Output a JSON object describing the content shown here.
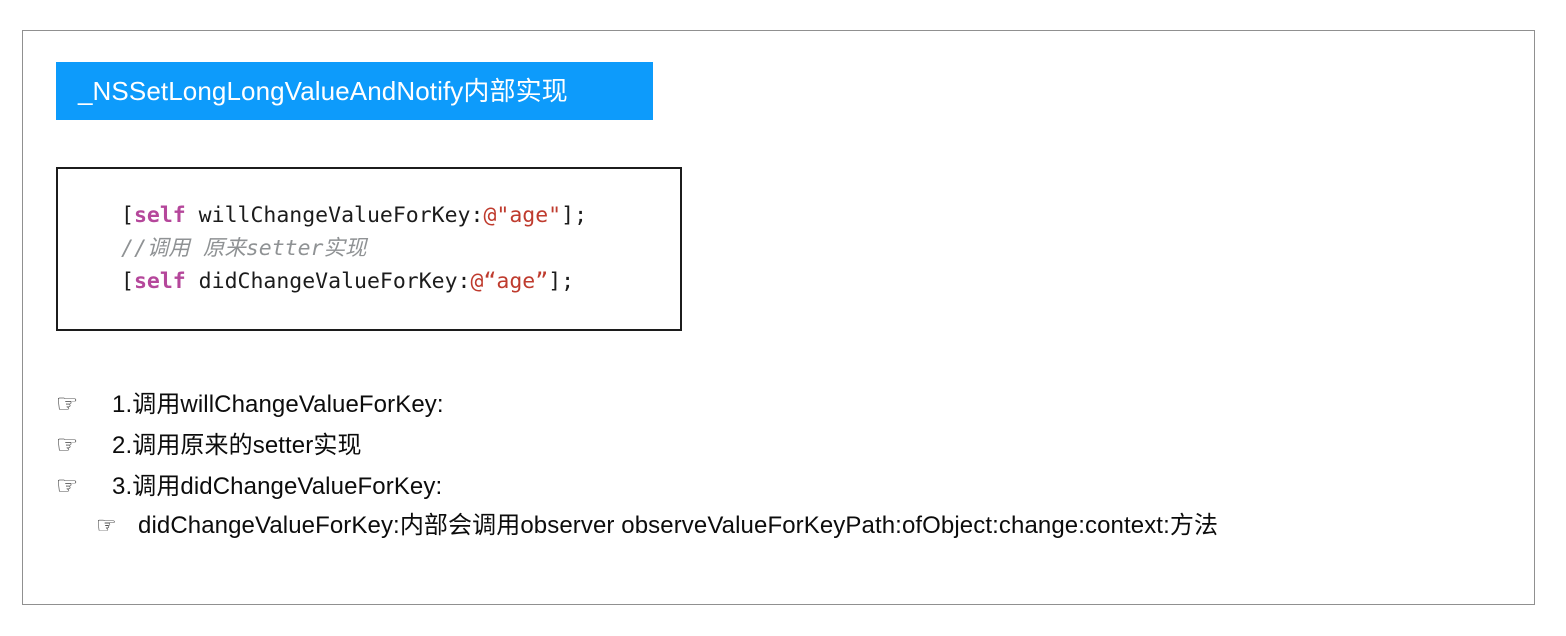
{
  "slide": {
    "title_banner": {
      "text": "_NSSetLongLongValueAndNotify内部实现",
      "background_color": "#0d9bfb",
      "text_color": "#ffffff"
    },
    "code_block": {
      "language": "objective-c",
      "border_color": "#1c1c1c",
      "colors": {
        "plain": "#1c1c1c",
        "keyword": "#b5479b",
        "string": "#bf3b2e",
        "comment": "#8f9294"
      },
      "lines": [
        {
          "tokens": [
            {
              "kind": "plain",
              "text": "["
            },
            {
              "kind": "keyword",
              "text": "self"
            },
            {
              "kind": "plain",
              "text": " willChangeValueForKey:"
            },
            {
              "kind": "string",
              "text": "@\"age\""
            },
            {
              "kind": "plain",
              "text": "];"
            }
          ]
        },
        {
          "tokens": [
            {
              "kind": "comment",
              "text": "//调用 原来setter实现"
            }
          ]
        },
        {
          "tokens": [
            {
              "kind": "plain",
              "text": "["
            },
            {
              "kind": "keyword",
              "text": "self"
            },
            {
              "kind": "plain",
              "text": " didChangeValueForKey:"
            },
            {
              "kind": "string",
              "text": "@“age”"
            },
            {
              "kind": "plain",
              "text": "];"
            }
          ]
        }
      ]
    },
    "points": [
      {
        "icon": "pointing-hand-icon",
        "glyph": "☞",
        "text": "1.调用willChangeValueForKey:",
        "indent": false
      },
      {
        "icon": "pointing-hand-icon",
        "glyph": "☞",
        "text": "2.调用原来的setter实现",
        "indent": false
      },
      {
        "icon": "pointing-hand-icon",
        "glyph": "☞",
        "text": "3.调用didChangeValueForKey:",
        "indent": false
      },
      {
        "icon": "pointing-hand-icon",
        "glyph": "☞",
        "text": "didChangeValueForKey:内部会调用observer observeValueForKeyPath:ofObject:change:context:方法",
        "indent": true
      }
    ]
  }
}
